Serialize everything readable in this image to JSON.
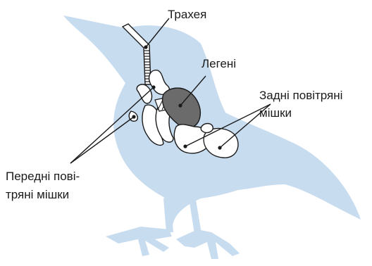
{
  "labels": {
    "trachea": "Трахея",
    "lungs": "Легені",
    "posterior_sacs_line1": "Задні повітряні",
    "posterior_sacs_line2": "мішки",
    "anterior_sacs_line1": "Передні пові-",
    "anterior_sacs_line2": "тряні мішки"
  },
  "colors": {
    "silhouette": "#c8dcf0",
    "lungs": "#6b6b6b",
    "outline": "#1a1a1a",
    "sac_fill": "#ffffff"
  }
}
